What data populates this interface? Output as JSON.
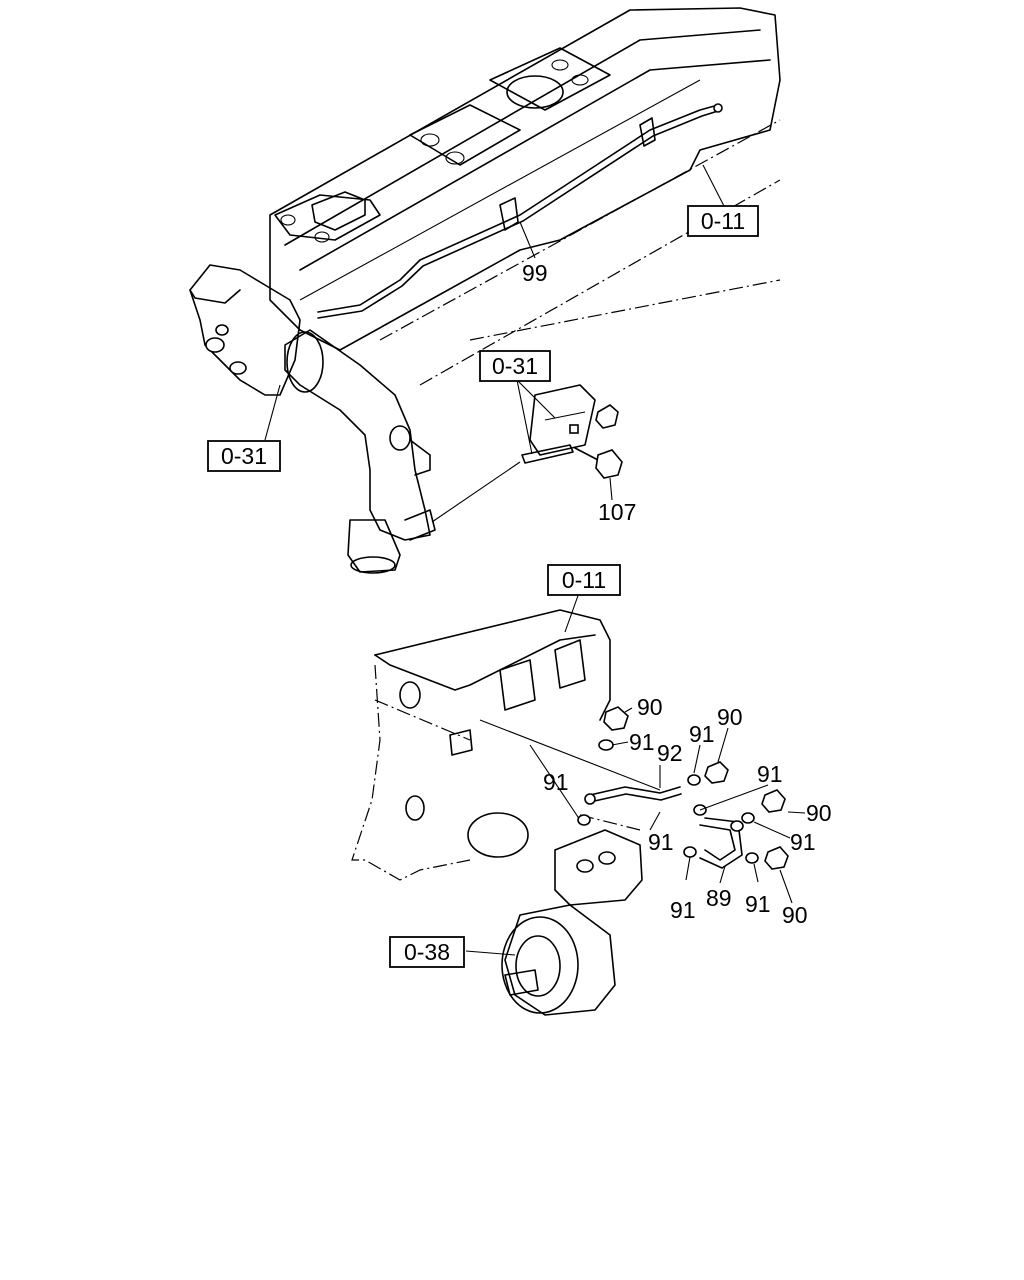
{
  "refs": {
    "o11_top": "0-11",
    "o31_bracket": "0-31",
    "o31_left": "0-31",
    "o11_block": "0-11",
    "o38": "0-38"
  },
  "parts": {
    "p99": "99",
    "p107": "107",
    "p90_a": "90",
    "p91_a": "91",
    "p92": "92",
    "p91_b": "91",
    "p90_b": "90",
    "p91_c": "91",
    "p91_d": "91",
    "p90_c": "90",
    "p91_e": "91",
    "p91_f": "91",
    "p91_g": "91",
    "p89": "89",
    "p91_h": "91",
    "p90_d": "90"
  }
}
